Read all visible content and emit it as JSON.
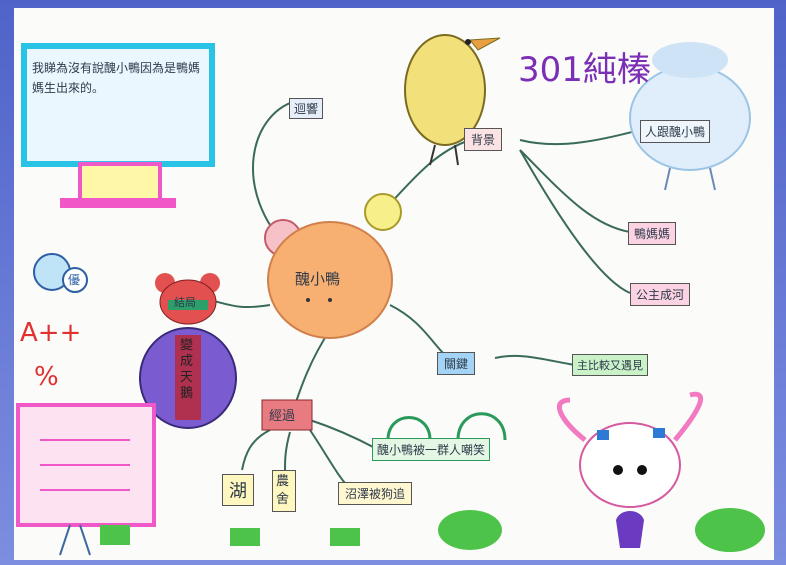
{
  "title": "301純榛",
  "center_node": "醜小鴨",
  "note_text": "我睇為沒有說醜小鴨因為是鴨媽媽生出來的。",
  "branches": {
    "question": "迴響",
    "background": "背景",
    "result": "結局",
    "bird_outcome": "變成天鵝",
    "conflict": "經過",
    "joy_label": "關鍵"
  },
  "background_items": [
    "人跟醜小鴨",
    "鴨媽媽",
    "公主成河"
  ],
  "joy_item": "主比較又遇見",
  "conflict_items": [
    "醜小鴨被一群人嘲笑",
    "沼澤被狗追",
    "農舍",
    "湖"
  ],
  "stickers": {
    "badge": "優",
    "grade": "A++",
    "mark": "%"
  },
  "colors": {
    "accent_purple": "#7b2fb5",
    "title_color": "#7b2fb5"
  }
}
